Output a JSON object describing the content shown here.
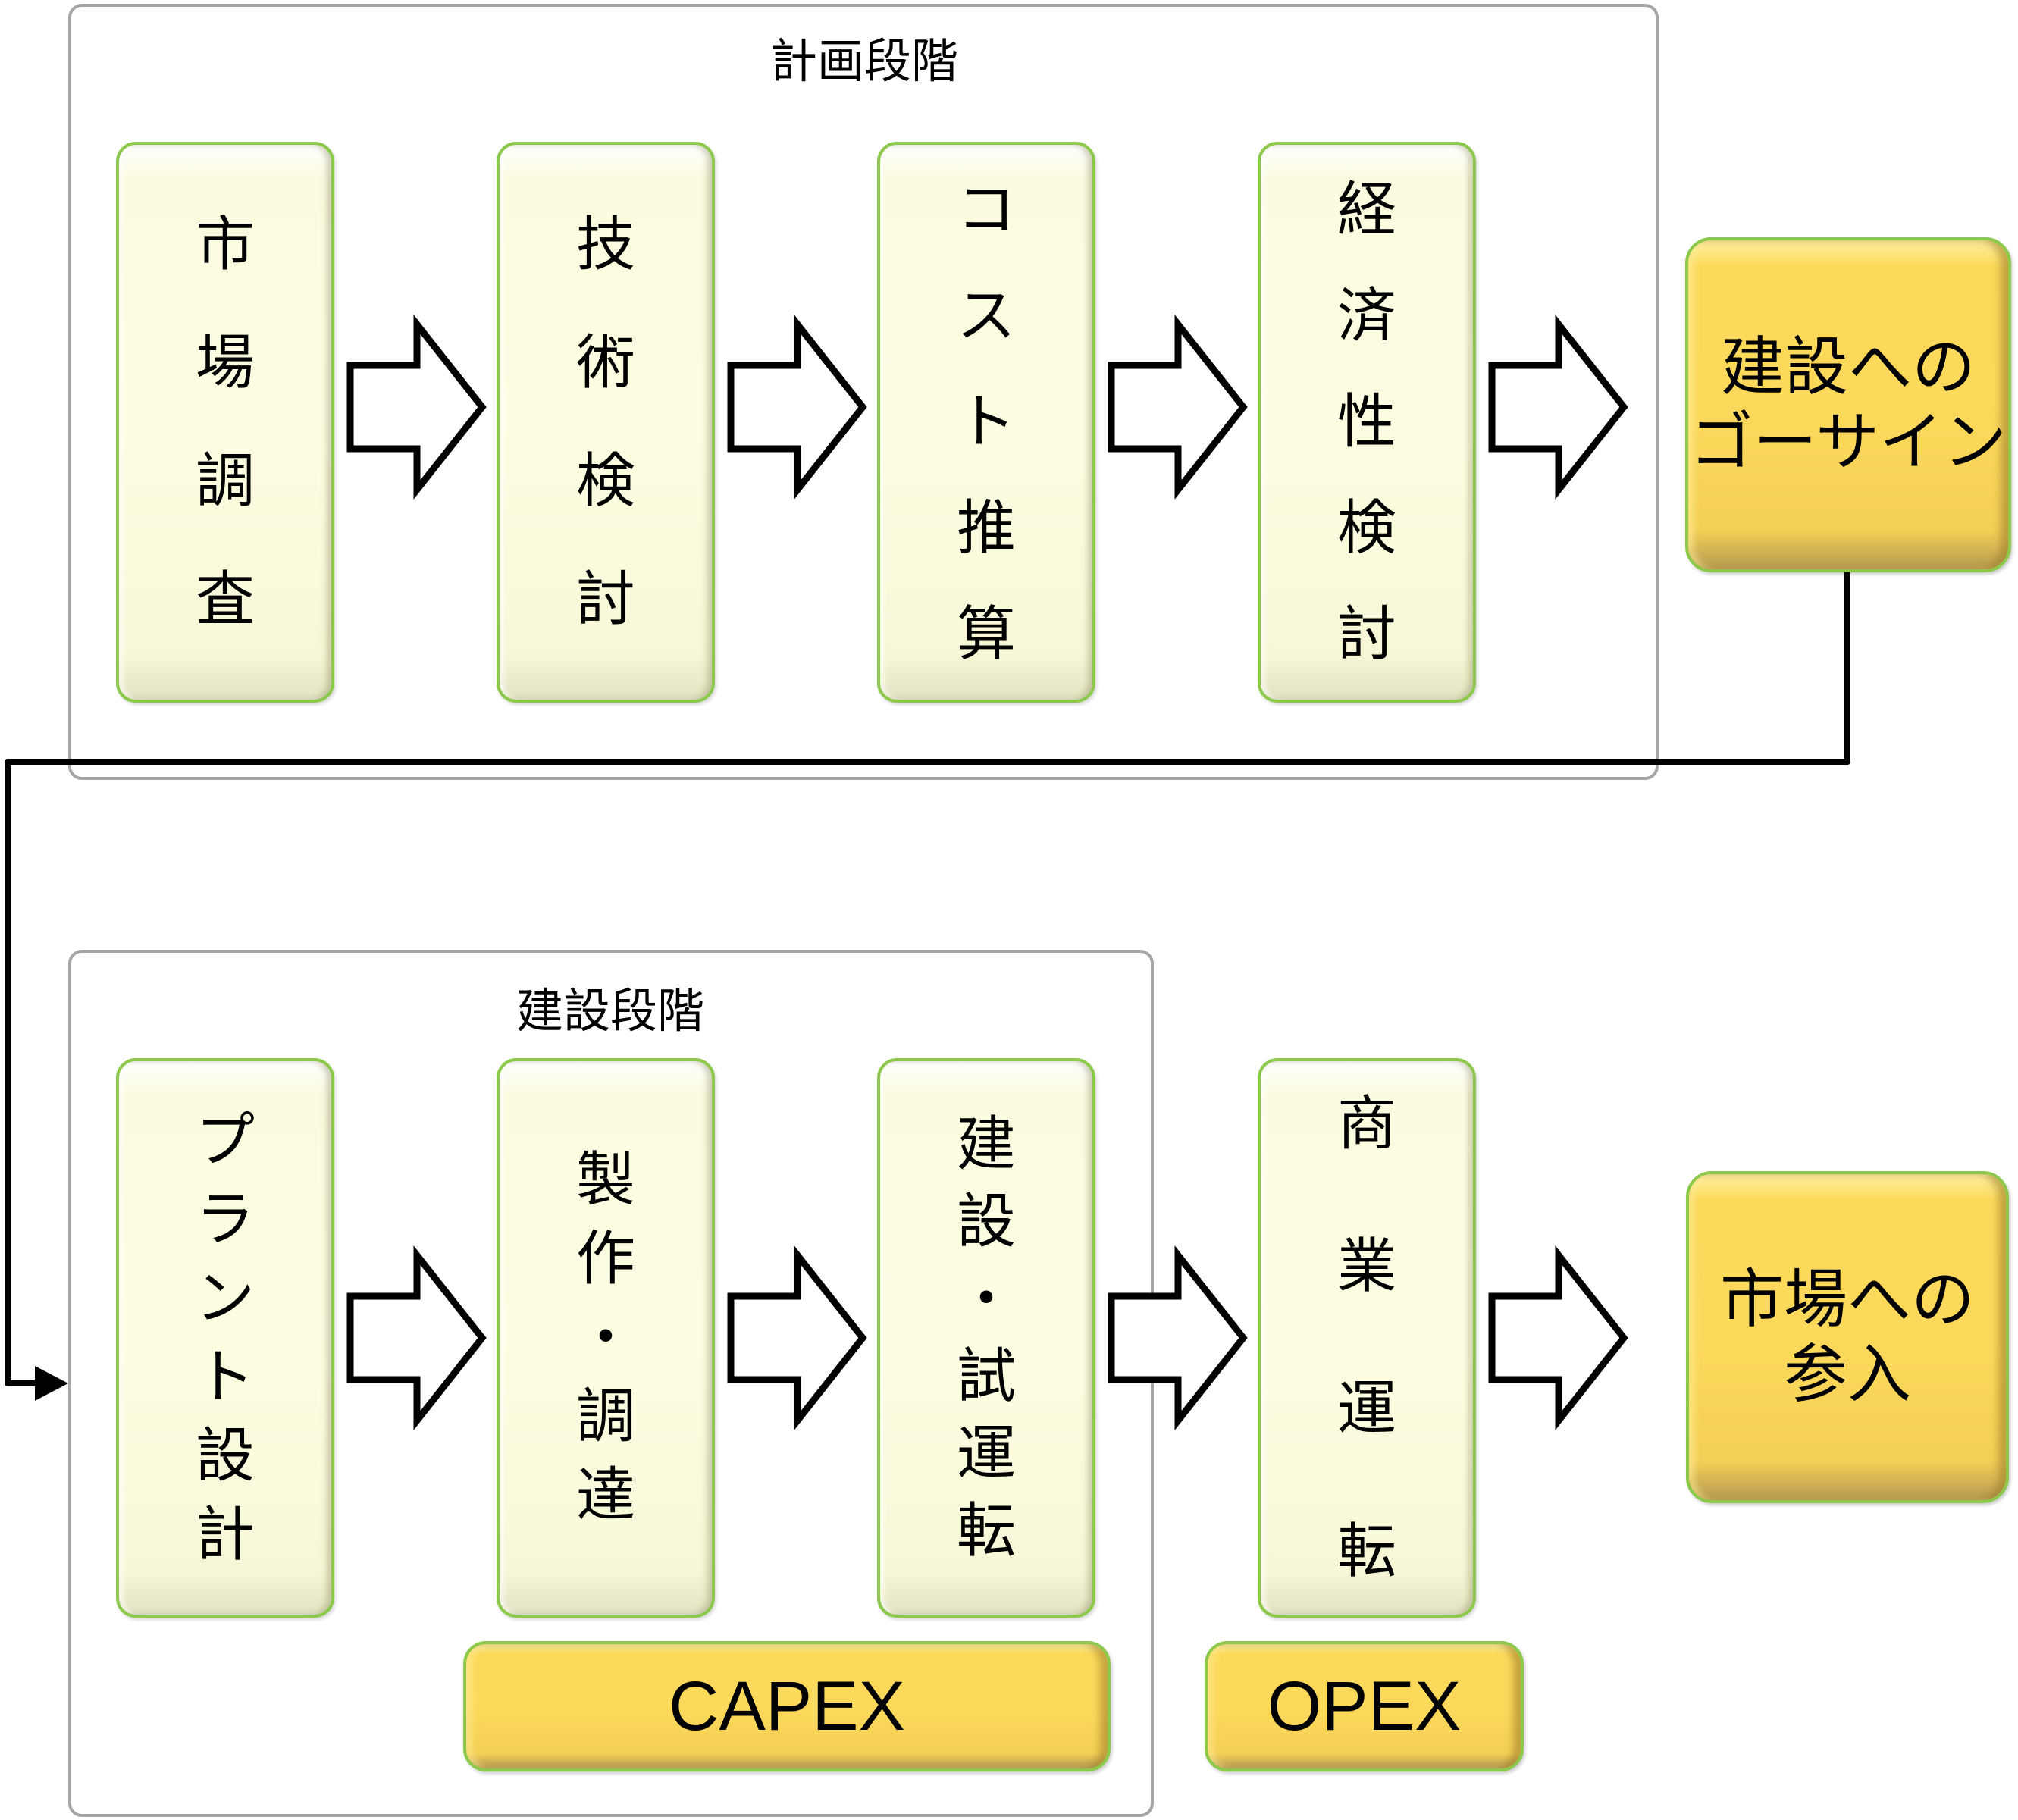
{
  "planning_stage": {
    "label": "計画段階",
    "steps": [
      {
        "chars": [
          "市",
          "場",
          "調",
          "査"
        ]
      },
      {
        "chars": [
          "技",
          "術",
          "検",
          "討"
        ]
      },
      {
        "chars": [
          "コ",
          "ス",
          "ト",
          "推",
          "算"
        ]
      },
      {
        "chars": [
          "経",
          "済",
          "性",
          "検",
          "討"
        ]
      }
    ],
    "outcome": {
      "lines": [
        "建設への",
        "ゴーサイン"
      ]
    }
  },
  "construction_stage": {
    "label": "建設段階",
    "steps": [
      {
        "chars": [
          "プ",
          "ラ",
          "ン",
          "ト",
          "設",
          "計"
        ]
      },
      {
        "chars": [
          "製",
          "作",
          "・",
          "調",
          "達"
        ]
      },
      {
        "chars": [
          "建",
          "設",
          "・",
          "試",
          "運",
          "転"
        ]
      }
    ]
  },
  "operation_step": {
    "chars": [
      "商",
      "業",
      "運",
      "転"
    ]
  },
  "final_outcome": {
    "lines": [
      "市場への",
      "参入"
    ]
  },
  "cost_tags": {
    "capex": "CAPEX",
    "opex": "OPEX"
  },
  "colors": {
    "step_fill": "#fdfde2",
    "step_border": "#8cc94a",
    "gold_fill": "#fdd95b",
    "stage_border": "#a6a6a6",
    "arrow_stroke": "#000000"
  }
}
